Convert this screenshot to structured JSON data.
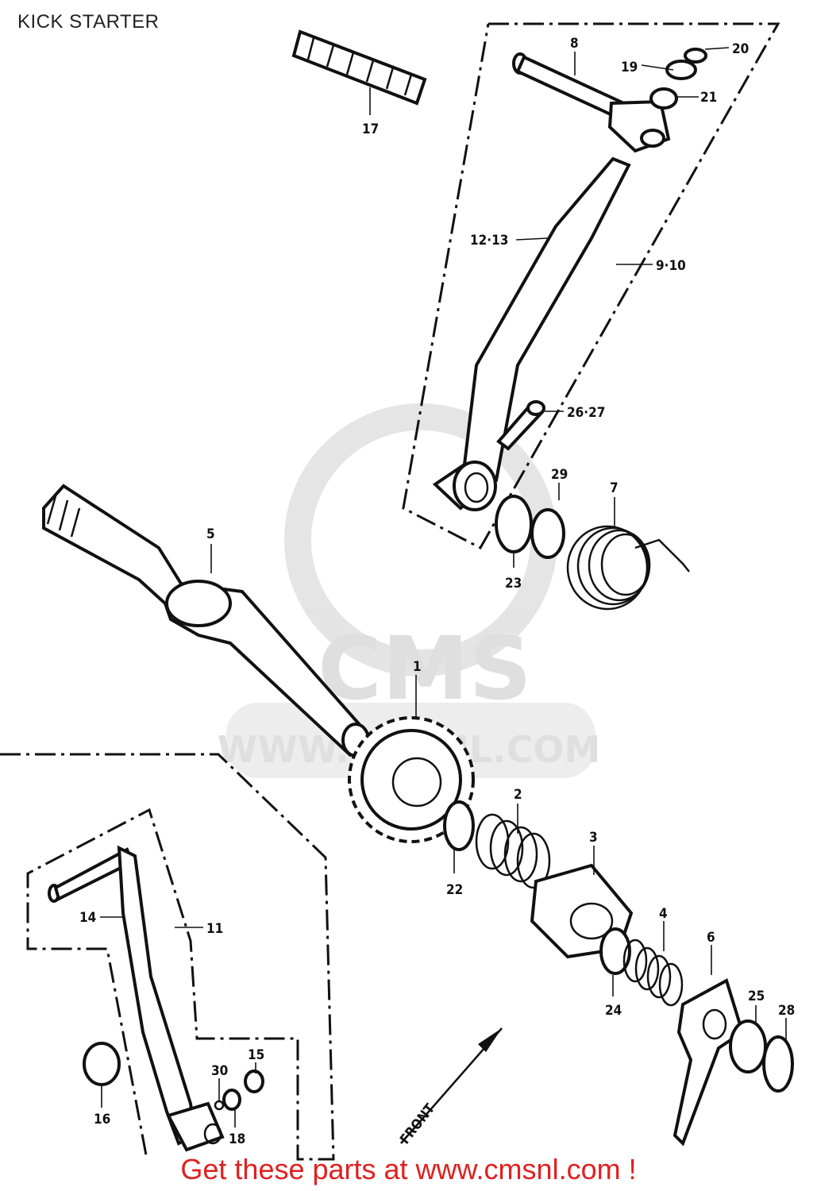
{
  "title": "KICK STARTER",
  "watermark": {
    "brand": "CMS",
    "url": "WWW.CMSNL.COM"
  },
  "direction_label": "FRONT",
  "part_labels": {
    "p1": "1",
    "p2": "2",
    "p3": "3",
    "p4": "4",
    "p5": "5",
    "p6": "6",
    "p7": "7",
    "p8": "8",
    "p9_10": "9·10",
    "p11": "11",
    "p12_13": "12·13",
    "p14": "14",
    "p15": "15",
    "p16": "16",
    "p17": "17",
    "p18": "18",
    "p19": "19",
    "p20": "20",
    "p21": "21",
    "p22": "22",
    "p23": "23",
    "p24": "24",
    "p25": "25",
    "p26_27": "26·27",
    "p28": "28",
    "p29": "29",
    "p30": "30"
  },
  "banner": "Get these parts at www.cmsnl.com !",
  "colors": {
    "banner": "#e02020",
    "line": "#111111",
    "watermark": "#dcdcdc"
  }
}
